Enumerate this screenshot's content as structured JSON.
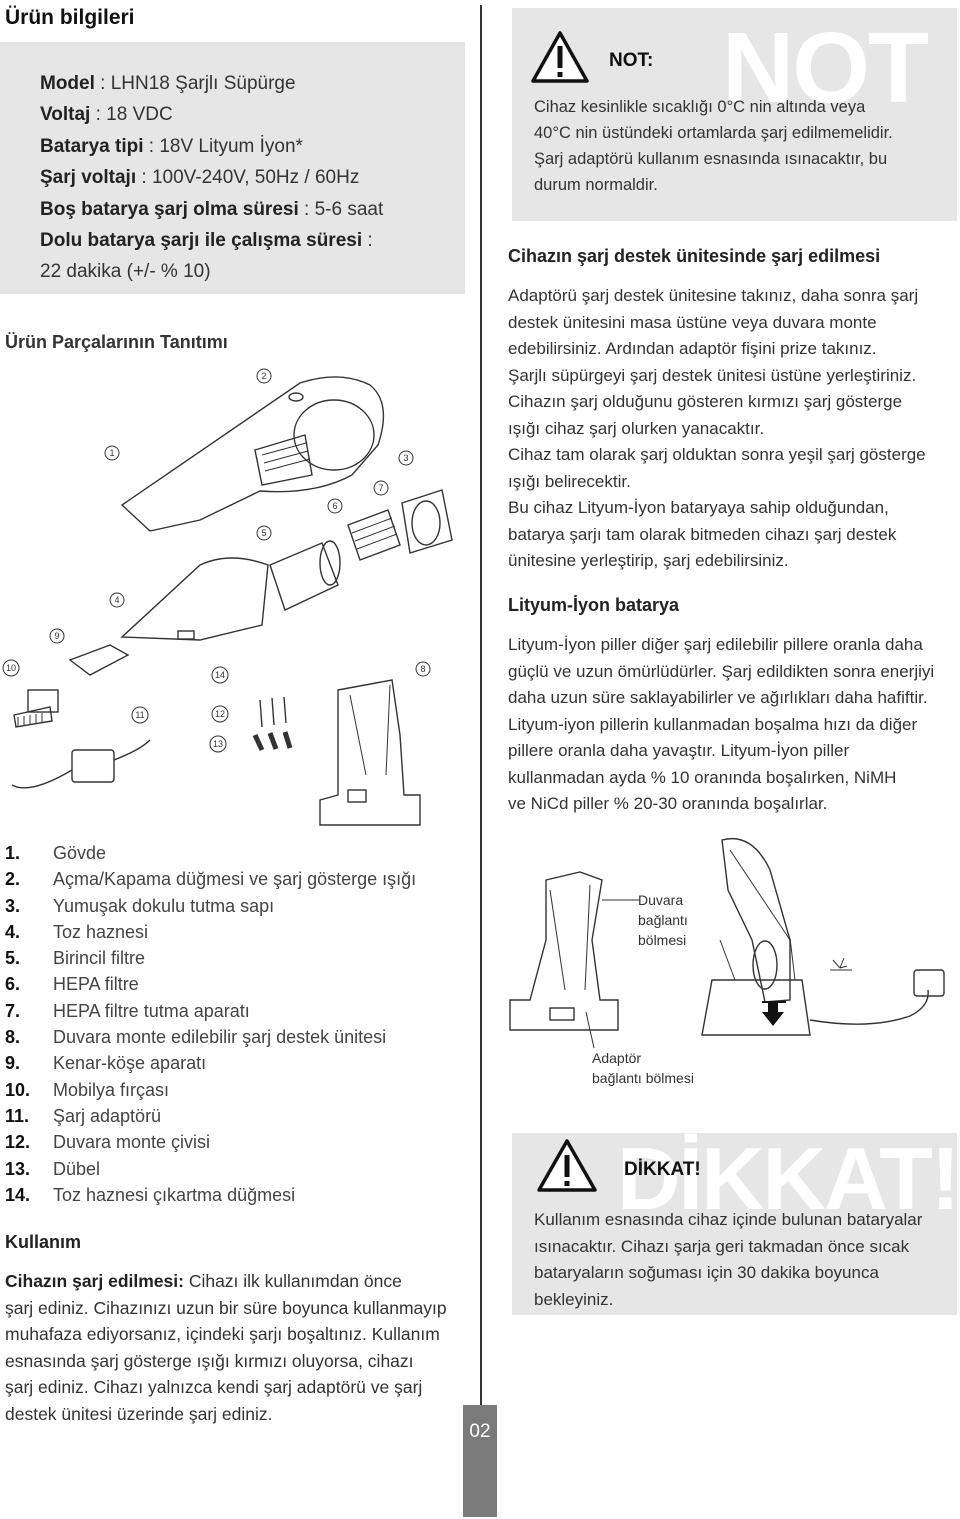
{
  "left": {
    "product_info_title": "Ürün bilgileri",
    "info": {
      "model_label": "Model",
      "model_value": " : LHN18 Şarjlı Süpürge",
      "voltage_label": "Voltaj",
      "voltage_value": " : 18 VDC",
      "battery_label": "Batarya tipi",
      "battery_value": " : 18V Lityum İyon*",
      "charge_voltage_label": "Şarj voltajı",
      "charge_voltage_value": " : 100V-240V, 50Hz / 60Hz",
      "empty_charge_label": "Boş batarya şarj olma süresi",
      "empty_charge_value": " : 5-6 saat",
      "runtime_label": "Dolu batarya şarjı ile çalışma süresi",
      "runtime_value": " :",
      "runtime_value2": "22 dakika (+/- % 10)"
    },
    "parts_title": "Ürün Parçalarının Tanıtımı",
    "diagram_numbers": [
      "1",
      "2",
      "3",
      "4",
      "5",
      "6",
      "7",
      "8",
      "9",
      "10",
      "11",
      "12",
      "13",
      "14"
    ],
    "parts": [
      {
        "num": "1.",
        "text": "Gövde"
      },
      {
        "num": "2.",
        "text": "Açma/Kapama düğmesi ve şarj gösterge ışığı"
      },
      {
        "num": "3.",
        "text": "Yumuşak dokulu tutma sapı"
      },
      {
        "num": "4.",
        "text": "Toz haznesi"
      },
      {
        "num": "5.",
        "text": "Birincil filtre"
      },
      {
        "num": "6.",
        "text": "HEPA filtre"
      },
      {
        "num": "7.",
        "text": "HEPA filtre tutma aparatı"
      },
      {
        "num": "8.",
        "text": "Duvara monte edilebilir şarj destek ünitesi"
      },
      {
        "num": "9.",
        "text": "Kenar-köşe aparatı"
      },
      {
        "num": "10.",
        "text": "Mobilya fırçası"
      },
      {
        "num": "11.",
        "text": "Şarj adaptörü"
      },
      {
        "num": "12.",
        "text": "Duvara monte çivisi"
      },
      {
        "num": "13.",
        "text": "Dübel"
      },
      {
        "num": "14.",
        "text": "Toz haznesi çıkartma düğmesi"
      }
    ],
    "usage_title": "Kullanım",
    "charging_head": "Cihazın şarj edilmesi:",
    "charging_lines": [
      " Cihazı ilk kullanımdan önce",
      "şarj ediniz. Cihazınızı uzun bir süre boyunca kullanmayıp",
      "muhafaza ediyorsanız, içindeki şarjı boşaltınız. Kullanım",
      "esnasında şarj gösterge ışığı kırmızı oluyorsa, cihazı",
      "şarj ediniz. Cihazı yalnızca kendi şarj adaptörü ve şarj",
      "destek ünitesi üzerinde şarj ediniz."
    ]
  },
  "page_number": "02",
  "right": {
    "note": {
      "watermark": "NOT",
      "label": "NOT:",
      "lines": [
        "Cihaz kesinlikle sıcaklığı 0°C nin altında veya",
        "40°C nin üstündeki ortamlarda şarj edilmemelidir.",
        "Şarj adaptörü kullanım esnasında ısınacaktır, bu",
        "durum normaldir."
      ]
    },
    "dock_title": "Cihazın şarj destek ünitesinde şarj edilmesi",
    "dock_lines": [
      "Adaptörü şarj destek ünitesine takınız, daha sonra şarj",
      "destek ünitesini masa üstüne veya duvara monte",
      "edebilirsiniz. Ardından adaptör fişini prize takınız.",
      "Şarjlı süpürgeyi şarj destek ünitesi üstüne yerleştiriniz.",
      "Cihazın şarj olduğunu gösteren kırmızı şarj gösterge",
      "ışığı cihaz şarj olurken yanacaktır.",
      "Cihaz tam olarak şarj olduktan sonra yeşil şarj gösterge",
      "ışığı belirecektir.",
      "Bu cihaz Lityum-İyon bataryaya sahip olduğundan,",
      "batarya şarjı tam olarak bitmeden cihazı şarj destek",
      "ünitesine yerleştirip, şarj edebilirsiniz."
    ],
    "battery_title": "Lityum-İyon batarya",
    "battery_lines": [
      "Lityum-İyon piller diğer şarj edilebilir pillere oranla daha",
      "güçlü ve uzun ömürlüdürler. Şarj edildikten sonra enerjiyi",
      "daha uzun süre saklayabilirler ve ağırlıkları daha hafiftir.",
      "Lityum-iyon pillerin kullanmadan boşalma hızı da diğer",
      "pillere oranla daha yavaştır. Lityum-İyon piller",
      "kullanmadan ayda % 10 oranında boşalırken, NiMH",
      "ve NiCd piller % 20-30 oranında boşalırlar."
    ],
    "figure_labels": {
      "wall_mount_1": "Duvara",
      "wall_mount_2": "bağlantı",
      "wall_mount_3": "bölmesi",
      "adapter_1": "Adaptör",
      "adapter_2": "bağlantı bölmesi"
    },
    "caution": {
      "watermark": "DİKKAT!",
      "label": "DİKKAT!",
      "lines": [
        "Kullanım esnasında cihaz içinde bulunan bataryalar",
        "ısınacaktır. Cihazı şarja geri takmadan önce sıcak",
        "bataryaların soğuması için 30 dakika boyunca",
        "bekleyiniz."
      ]
    }
  }
}
